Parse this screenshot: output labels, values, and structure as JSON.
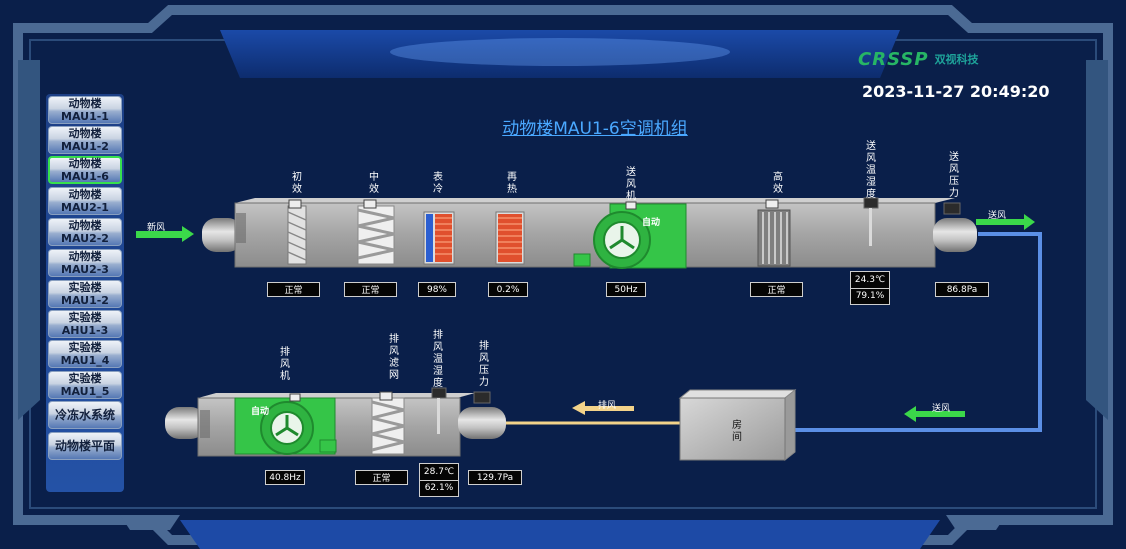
{
  "header": {
    "brand_logo": "CRSSP",
    "brand_name": "双视科技",
    "datetime": "2023-11-27 20:49:20",
    "page_title": "动物楼MAU1-6空调机组"
  },
  "sidebar": {
    "items": [
      {
        "line1": "动物楼",
        "line2": "MAU1-1",
        "active": false
      },
      {
        "line1": "动物楼",
        "line2": "MAU1-2",
        "active": false
      },
      {
        "line1": "动物楼",
        "line2": "MAU1-6",
        "active": true
      },
      {
        "line1": "动物楼",
        "line2": "MAU2-1",
        "active": false
      },
      {
        "line1": "动物楼",
        "line2": "MAU2-2",
        "active": false
      },
      {
        "line1": "动物楼",
        "line2": "MAU2-3",
        "active": false
      },
      {
        "line1": "实验楼",
        "line2": "MAU1-2",
        "active": false
      },
      {
        "line1": "实验楼",
        "line2": "AHU1-3",
        "active": false
      },
      {
        "line1": "实验楼",
        "line2": "MAU1_4",
        "active": false
      },
      {
        "line1": "实验楼",
        "line2": "MAU1_5",
        "active": false
      }
    ],
    "chilled_water": "冷冻水系统",
    "floor_plan": "动物楼平面"
  },
  "supply_unit": {
    "fresh_air_label": "新风",
    "supply_air_label": "送风",
    "sections": {
      "primary_filter": {
        "label": "初效",
        "status": "正常"
      },
      "medium_filter": {
        "label": "中效",
        "status": "正常"
      },
      "cooling": {
        "label": "表冷",
        "value": "98%"
      },
      "reheat": {
        "label": "再热",
        "value": "0.2%"
      },
      "supply_fan": {
        "label": "送风机",
        "mode": "自动",
        "freq": "50Hz"
      },
      "hepa": {
        "label": "高效",
        "status": "正常"
      },
      "supply_temp_hum": {
        "label": "送风温湿度",
        "temp": "24.3℃",
        "hum": "79.1%"
      },
      "supply_pressure": {
        "label": "送风压力",
        "value": "86.8Pa"
      }
    }
  },
  "exhaust_unit": {
    "exhaust_label": "排风",
    "supply_return_label": "送风",
    "room_label": "房间",
    "sections": {
      "exhaust_fan": {
        "label": "排风机",
        "mode": "自动",
        "freq": "40.8Hz"
      },
      "exhaust_filter": {
        "label": "排风滤网",
        "status": "正常"
      },
      "exhaust_temp_hum": {
        "label": "排风温湿度",
        "temp": "28.7℃",
        "hum": "62.1%"
      },
      "exhaust_pressure": {
        "label": "排风压力",
        "value": "129.7Pa"
      }
    }
  },
  "colors": {
    "background": "#0a1f4a",
    "fan_green": "#35c548",
    "flow_green": "#3bd84a",
    "supply_pipe": "#5b8fe6",
    "exhaust_pipe": "#f3d38a",
    "title_blue": "#4aa8ff"
  }
}
